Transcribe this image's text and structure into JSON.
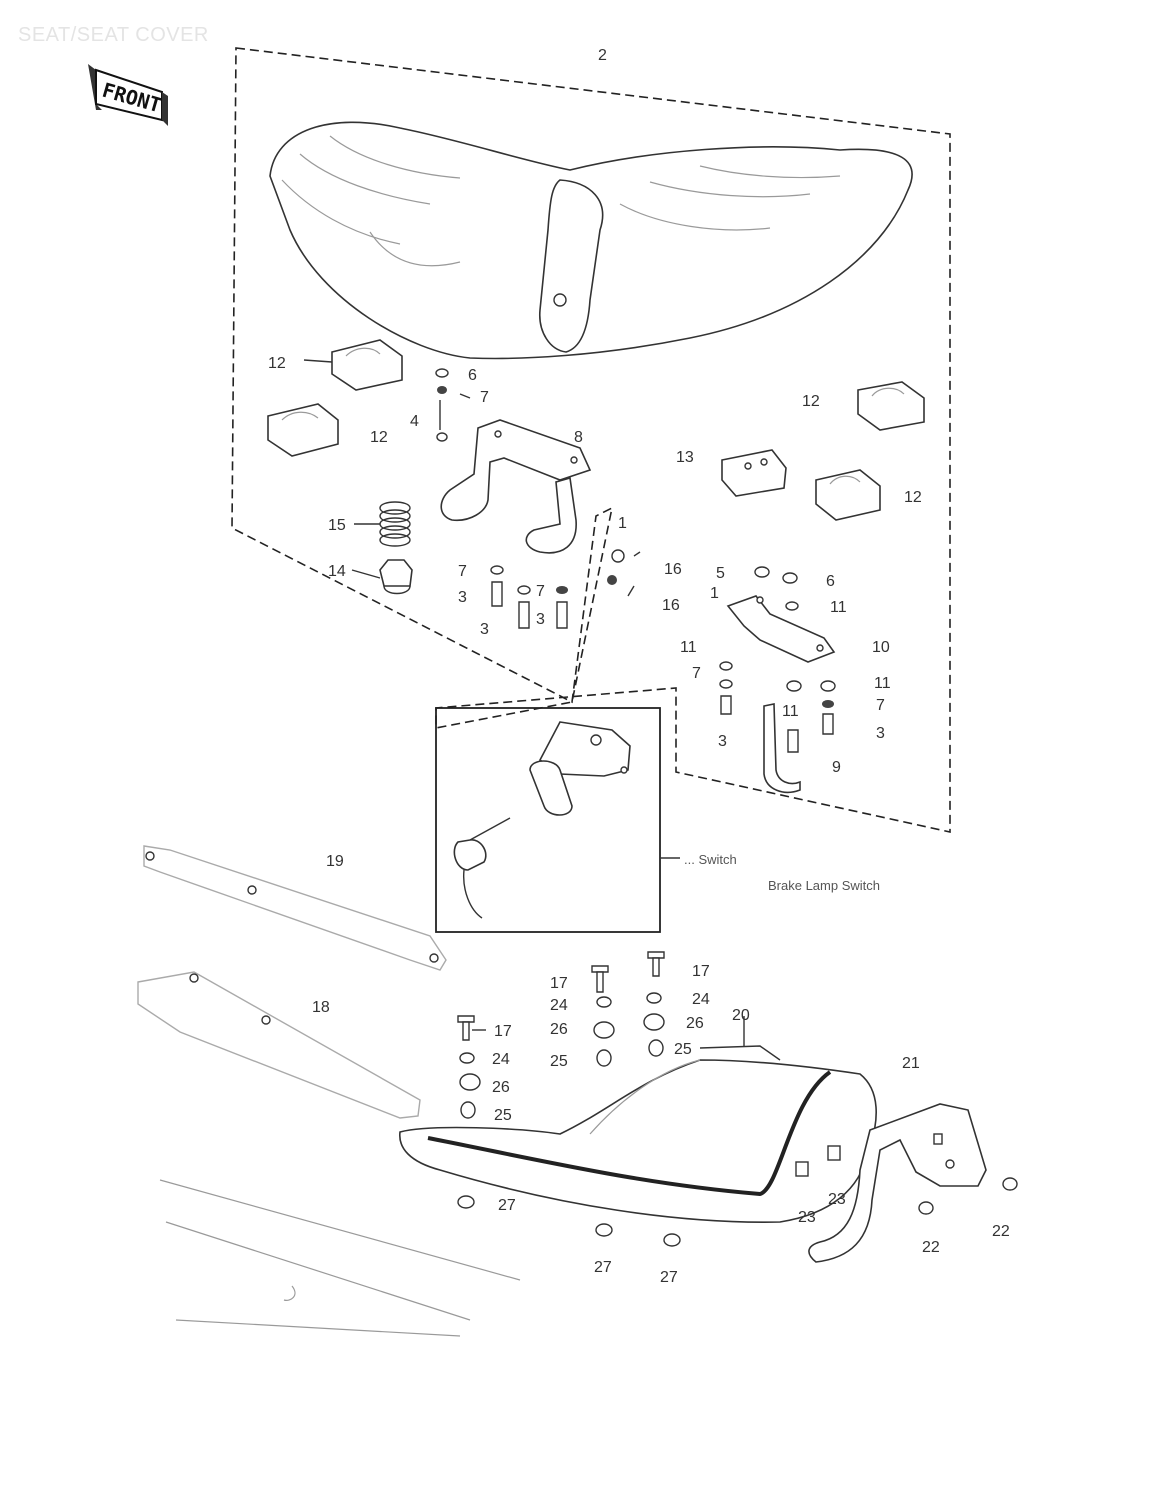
{
  "page": {
    "title": "SEAT/SEAT COVER"
  },
  "direction_tag": {
    "label": "FRONT"
  },
  "notes": {
    "note_1": "... Switch",
    "note_2": "Brake Lamp Switch"
  },
  "callouts": {
    "c_2": "2",
    "c_12a": "12",
    "c_12b": "12",
    "c_12c": "12",
    "c_12d": "12",
    "c_6a": "6",
    "c_7a": "7",
    "c_4": "4",
    "c_8": "8",
    "c_13": "13",
    "c_15": "15",
    "c_14": "14",
    "c_7b": "7",
    "c_3a": "3",
    "c_3b": "3",
    "c_7c": "7",
    "c_3c": "3",
    "c_1": "1",
    "c_16a": "16",
    "c_16b": "16",
    "c_5": "5",
    "c_1b": "1",
    "c_6b": "6",
    "c_11a": "11",
    "c_11b": "11",
    "c_10": "10",
    "c_7d": "7",
    "c_11c": "11",
    "c_11d": "11",
    "c_7e": "7",
    "c_3d": "3",
    "c_9": "9",
    "c_3e": "3",
    "c_19": "19",
    "c_18": "18",
    "c_17a": "17",
    "c_17b": "17",
    "c_17c": "17",
    "c_24a": "24",
    "c_24b": "24",
    "c_24c": "24",
    "c_26a": "26",
    "c_26b": "26",
    "c_26c": "26",
    "c_25a": "25",
    "c_25b": "25",
    "c_25c": "25",
    "c_20": "20",
    "c_21": "21",
    "c_27a": "27",
    "c_27b": "27",
    "c_27c": "27",
    "c_23a": "23",
    "c_23b": "23",
    "c_22a": "22",
    "c_22b": "22"
  }
}
